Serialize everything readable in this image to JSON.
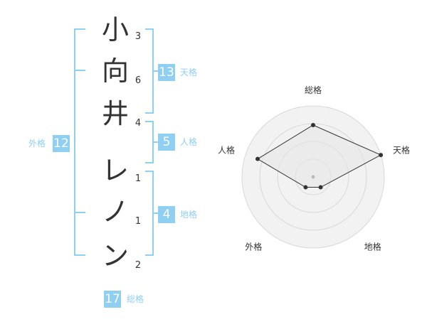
{
  "name_chars": [
    {
      "char": "小",
      "strokes": "3"
    },
    {
      "char": "向",
      "strokes": "6"
    },
    {
      "char": "井",
      "strokes": "4"
    },
    {
      "char": "レ",
      "strokes": "1"
    },
    {
      "char": "ノ",
      "strokes": "1"
    },
    {
      "char": "ン",
      "strokes": "2"
    }
  ],
  "kaku": {
    "tenkaku": {
      "label": "天格",
      "value": "13"
    },
    "jinkaku": {
      "label": "人格",
      "value": "5"
    },
    "chikaku": {
      "label": "地格",
      "value": "4"
    },
    "gaikaku": {
      "label": "外格",
      "value": "12"
    },
    "soukaku": {
      "label": "総格",
      "value": "17"
    }
  },
  "colors": {
    "accent": "#8ecff2",
    "text": "#333333",
    "radar_fill": "#f2f2f2",
    "radar_ring": "#d8d8d8"
  },
  "chart_data": {
    "type": "radar",
    "axes": [
      "総格",
      "天格",
      "地格",
      "外格",
      "人格"
    ],
    "values": [
      0.73,
      1.0,
      0.18,
      0.18,
      0.82
    ],
    "range": [
      0,
      1
    ],
    "rings": 4
  }
}
